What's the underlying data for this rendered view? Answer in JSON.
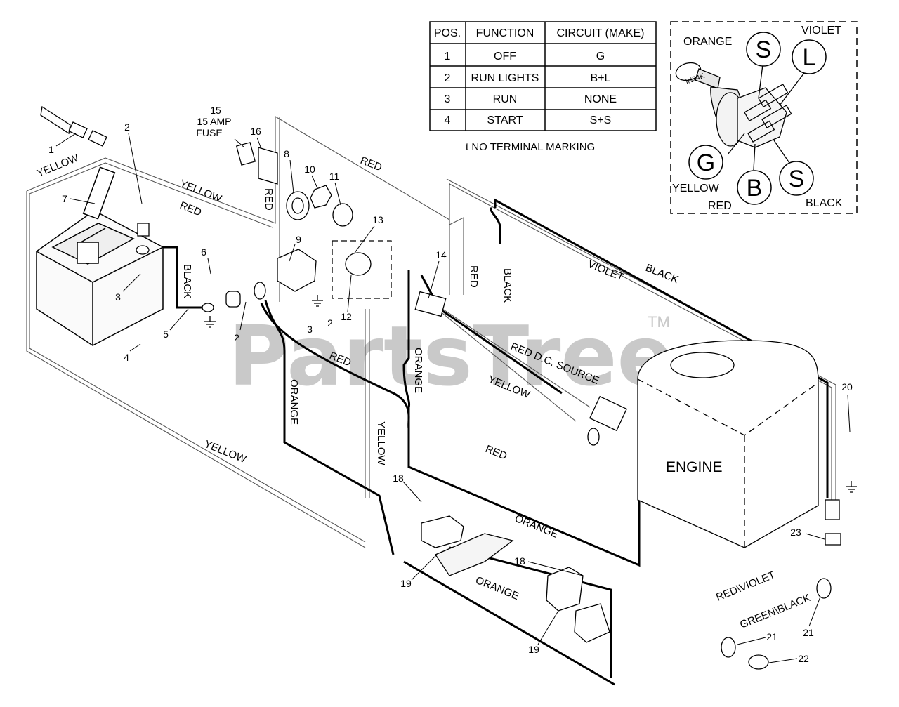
{
  "table": {
    "headers": [
      "POS.",
      "FUNCTION",
      "CIRCUIT  (MAKE)"
    ],
    "rows": [
      [
        "1",
        "OFF",
        "G"
      ],
      [
        "2",
        "RUN LIGHTS",
        "B+L"
      ],
      [
        "3",
        "RUN",
        "NONE"
      ],
      [
        "4",
        "START",
        "S+S"
      ]
    ],
    "footnote": "t  NO TERMINAL MARKING"
  },
  "inset": {
    "wire_labels": {
      "orange": "ORANGE",
      "violet": "VIOLET",
      "yellow": "YELLOW",
      "red": "RED",
      "black": "BLACK"
    },
    "terminals": [
      "S",
      "L",
      "G",
      "B",
      "S"
    ]
  },
  "watermark": {
    "text": "PartsTree",
    "tm": "TM"
  },
  "labels": {
    "fuse_15": "15",
    "fuse_text_1": "15 AMP",
    "fuse_text_2": "FUSE",
    "engine": "ENGINE",
    "dc_source": "RED  D.C. SOURCE",
    "red_violet": "RED\\VIOLET",
    "green_black": "GREEN\\BLACK",
    "yellow": "YELLOW",
    "red": "RED",
    "black": "BLACK",
    "orange": "ORANGE",
    "violet": "VIOLET"
  },
  "parts": [
    "1",
    "2",
    "3",
    "4",
    "5",
    "6",
    "7",
    "8",
    "9",
    "10",
    "11",
    "12",
    "13",
    "14",
    "16",
    "18",
    "19",
    "20",
    "21",
    "22",
    "23"
  ]
}
